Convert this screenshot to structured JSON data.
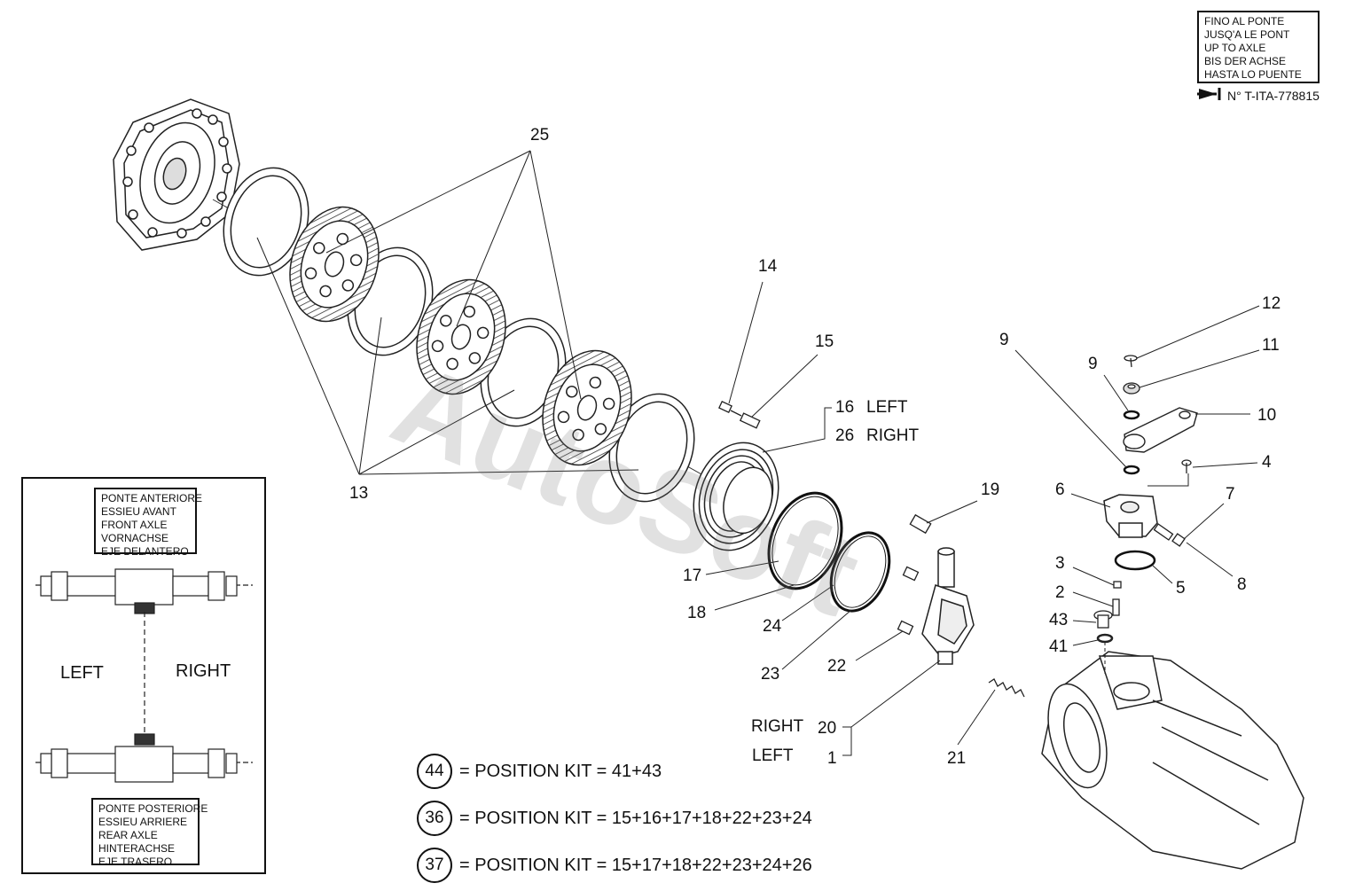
{
  "callouts": {
    "c25": "25",
    "c13": "13",
    "c14": "14",
    "c15": "15",
    "c16": "16",
    "c16_side": "LEFT",
    "c26": "26",
    "c26_side": "RIGHT",
    "c19": "19",
    "c17": "17",
    "c18": "18",
    "c24": "24",
    "c23": "23",
    "c22": "22",
    "c20": "20",
    "c20_side": "RIGHT",
    "c1": "1",
    "c1_side": "LEFT",
    "c21": "21",
    "c12": "12",
    "c11": "11",
    "c10": "10",
    "c9a": "9",
    "c9b": "9",
    "c4": "4",
    "c6": "6",
    "c7": "7",
    "c8": "8",
    "c3": "3",
    "c5": "5",
    "c2": "2",
    "c43": "43",
    "c41": "41"
  },
  "kits": [
    {
      "num": "44",
      "text": "= POSITION KIT = 41+43"
    },
    {
      "num": "36",
      "text": "= POSITION KIT = 15+16+17+18+22+23+24"
    },
    {
      "num": "37",
      "text": "= POSITION KIT = 15+17+18+22+23+24+26"
    }
  ],
  "validity": {
    "lines": [
      "FINO AL PONTE",
      "JUSQ'A LE PONT",
      "UP TO AXLE",
      "BIS DER ACHSE",
      "HASTA LO PUENTE"
    ],
    "serial": "N° T-ITA-778815"
  },
  "inset": {
    "front_lines": [
      "PONTE ANTERIORE",
      "ESSIEU AVANT",
      "FRONT AXLE",
      "VORNACHSE",
      "EJE DELANTERO"
    ],
    "rear_lines": [
      "PONTE POSTERIORE",
      "ESSIEU ARRIERE",
      "REAR AXLE",
      "HINTERACHSE",
      "EJE TRASERO"
    ],
    "left": "LEFT",
    "right": "RIGHT"
  },
  "watermark": "AutoSoft"
}
